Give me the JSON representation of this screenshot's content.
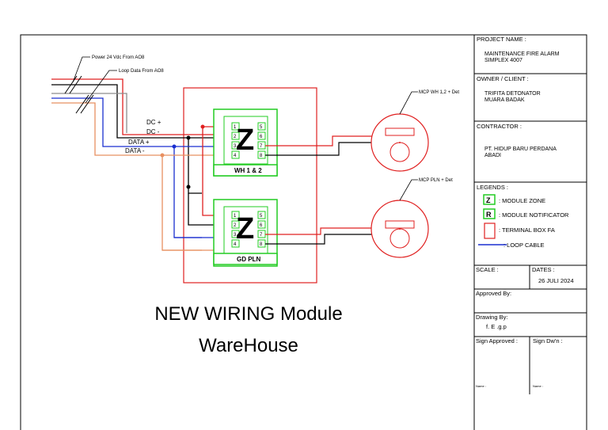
{
  "labels": {
    "power": "Power 24 Vdc From AO8",
    "loop": "Loop Data From AO8",
    "dc_plus": "DC +",
    "dc_minus": "DC -",
    "data_plus": "DATA +",
    "data_minus": "DATA -",
    "mcp_wh": "MCP WH 1,2 + Det",
    "mcp_pln": "MCP PLN + Det"
  },
  "modules": {
    "top_letter": "Z",
    "top_name": "WH 1 & 2",
    "bottom_letter": "Z",
    "bottom_name": "GD PLN",
    "left_pins": [
      "1",
      "2",
      "3",
      "4"
    ],
    "right_pins": [
      "5",
      "6",
      "7",
      "8"
    ]
  },
  "title": {
    "line1": "NEW WIRING  Module",
    "line2": "WareHouse"
  },
  "title_block": {
    "project_label": "PROJECT NAME :",
    "project_line1": "MAINTENANCE FIRE ALARM",
    "project_line2": "SIMPLEX 4007",
    "owner_label": "OWNER / CLIENT :",
    "owner_line1": "TRIFITA DETONATOR",
    "owner_line2": "MUARA BADAK",
    "contractor_label": "CONTRACTOR :",
    "contractor_line1": "PT. HIDUP BARU PERDANA",
    "contractor_line2": "ABADI",
    "legends_label": "LEGENDS :",
    "legend_zone_symbol": "Z",
    "legend_zone": ": MODULE ZONE",
    "legend_notif_symbol": "R",
    "legend_notif": ": MODULE NOTIFICATOR",
    "legend_box": ": TERMINAL BOX FA",
    "legend_loop": ": LOOP CABLE",
    "scale_label": "SCALE :",
    "dates_label": "DATES :",
    "date_value": "26 JULI 2024",
    "approved_label": "Approved By:",
    "drawing_label": "Drawing By:",
    "drawing_value": "f. E .g.p",
    "sign_approved": "Sign Approved :",
    "sign_dwn": "Sign Dw'n :",
    "name_left": "Name :",
    "name_right": "Name :"
  },
  "colors": {
    "red": "#e02020",
    "black": "#000000",
    "blue": "#1a2fd0",
    "orange": "#e89060",
    "grey": "#8c8c8c",
    "green": "#22cc22"
  }
}
